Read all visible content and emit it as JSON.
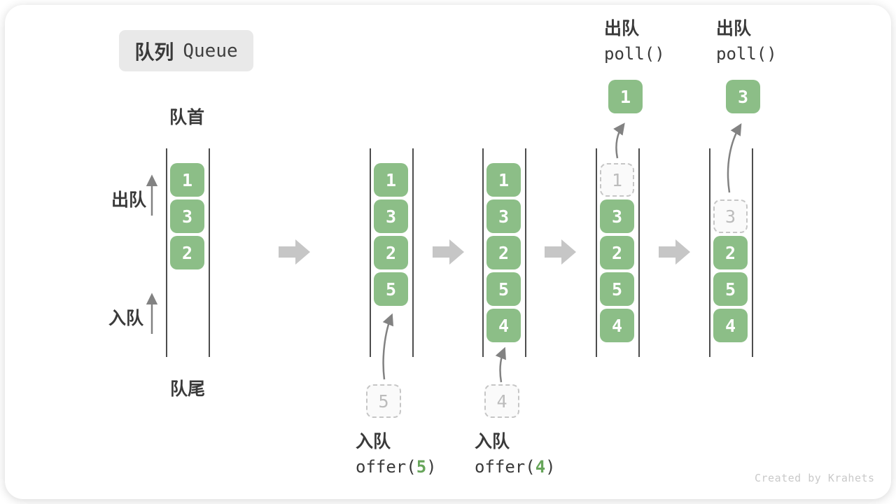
{
  "title": {
    "zh": "队列",
    "en": "Queue"
  },
  "labels": {
    "front": "队首",
    "rear": "队尾",
    "dequeue_side": "出队",
    "enqueue_side": "入队"
  },
  "stages": [
    {
      "boxes": [
        "1",
        "3",
        "2"
      ]
    },
    {
      "boxes": [
        "1",
        "3",
        "2",
        "5"
      ],
      "incoming": "5"
    },
    {
      "boxes": [
        "1",
        "3",
        "2",
        "5",
        "4"
      ],
      "incoming": "4"
    },
    {
      "removed": "1",
      "boxes": [
        "3",
        "2",
        "5",
        "4"
      ],
      "polled": "1"
    },
    {
      "removed": "3",
      "boxes": [
        "2",
        "5",
        "4"
      ],
      "polled": "3"
    }
  ],
  "operations": {
    "enqueue5": {
      "verb": "入队",
      "code_open": "offer(",
      "arg": "5",
      "code_close": ")"
    },
    "enqueue4": {
      "verb": "入队",
      "code_open": "offer(",
      "arg": "4",
      "code_close": ")"
    },
    "poll1": {
      "verb": "出队",
      "code": "poll()"
    },
    "poll2": {
      "verb": "出队",
      "code": "poll()"
    }
  },
  "watermark": "Created by Krahets",
  "colors": {
    "box_green": "#8cbe87",
    "code_arg_green": "#67a55a",
    "block_arrow_gray": "#c6c6c6",
    "thin_arrow_gray": "#828282",
    "wall_gray": "#4d4d4d",
    "text_dark": "#3a3a3a",
    "ghost_border_gray": "#c6c6c6",
    "chip_bg": "#e9e9e9"
  }
}
